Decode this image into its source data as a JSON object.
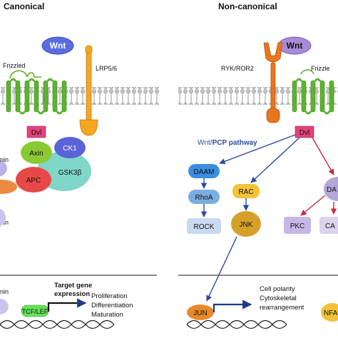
{
  "canonical": {
    "title": "Canonical",
    "wnt": "Wnt",
    "frizzled": "Frizzled",
    "lrp": "LRP5/6",
    "dvl": "Dvl",
    "axin": "Axin",
    "ck1": "CK1",
    "gsk": "GSK3β",
    "apc": "APC",
    "catenin_1": "nin",
    "catenin_2": "nin",
    "catenin_3": "nin",
    "tcf": "TCF/LEF",
    "target_line1": "Target gene",
    "target_line2": "expression",
    "outcome_1": "Proliferation",
    "outcome_2": "Differentiation",
    "outcome_3": "Maturation"
  },
  "noncanonical": {
    "title": "Non-canonical",
    "wnt": "Wnt",
    "ryk": "RYK/ROR2",
    "frizzled": "Frizzle",
    "dvl": "Dvl",
    "pathway_prefix": "Wnt/",
    "pathway_bold": "PCP pathway",
    "daam": "DAAM",
    "daam_right": "DA",
    "rhoa": "RhoA",
    "rock": "ROCK",
    "rac": "RAC",
    "jnk": "JNK",
    "pkc": "PKC",
    "ca": "CA",
    "jun": "JUN",
    "nfa": "NFA",
    "outcome_1": "Cell polarity",
    "outcome_2": "Cytoskeletal",
    "outcome_3": "rearrangement"
  },
  "colors": {
    "membrane": "#b0b0b0",
    "frizzled": "#5db32e",
    "lrp": "#f5a623",
    "ryk": "#e8761f",
    "wnt_canonical": "#5a6de0",
    "wnt_noncanonical": "#a98ad6",
    "dvl": "#e3427a",
    "axin": "#8ac934",
    "ck1": "#5a63d8",
    "gsk": "#7fd6c9",
    "apc": "#e84848",
    "blue_arrow": "#2e4a9e",
    "red_arrow": "#c8283c",
    "daam": "#3a8ee0",
    "rhoa": "#79aee0",
    "rock": "#c8daf0",
    "rac": "#f2c238",
    "jnk": "#d4a02a",
    "pkc": "#c5b8e8",
    "daam_right": "#b2a8d8",
    "ca": "#dcd4ee",
    "tcf": "#66e25a",
    "jun": "#e88a2a",
    "nfa": "#f2c238",
    "dna": "#222222"
  }
}
